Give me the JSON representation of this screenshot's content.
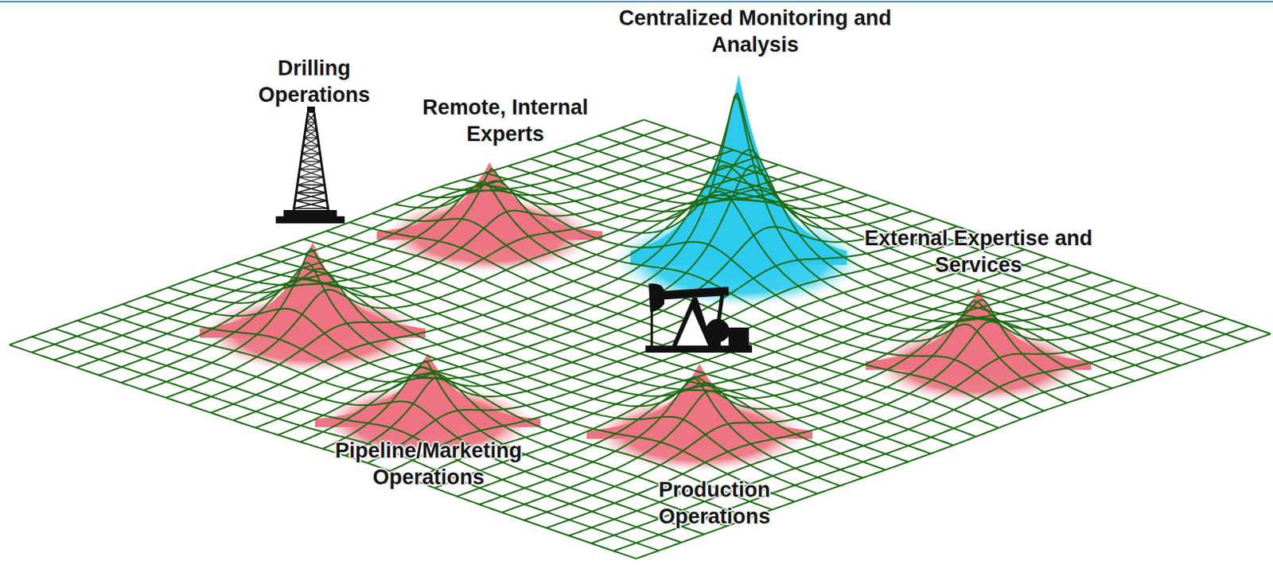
{
  "diagram": {
    "labels": [
      "Centralized Monitoring and Analysis",
      "Drilling Operations",
      "Remote, Internal Experts",
      "External Expertise and Services",
      "Pipeline/Marketing Operations",
      "Production Operations"
    ]
  }
}
